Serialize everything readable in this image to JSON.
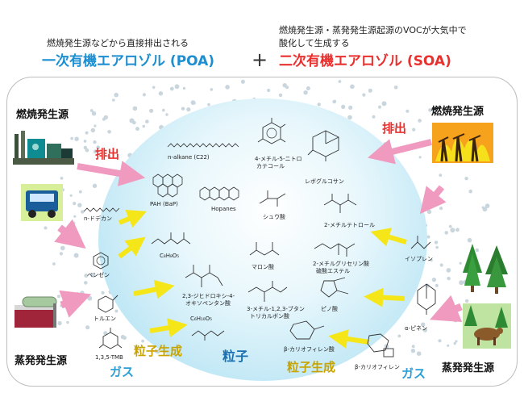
{
  "header": {
    "poa_note": "燃焼発生源などから直接排出される",
    "poa_title": "一次有機エアロゾル (POA)",
    "plus": "+",
    "soa_note_1": "燃焼発生源・蒸発発生源起源のVOCが大気中で",
    "soa_note_2": "酸化して生成する",
    "soa_title": "二次有機エアロゾル (SOA)"
  },
  "sources": {
    "combustion_left": "燃焼発生源",
    "combustion_right": "燃焼発生源",
    "evaporation_left": "蒸発発生源",
    "evaporation_right": "蒸発発生源"
  },
  "labels": {
    "emission_left": "排出",
    "emission_right": "排出",
    "particle_formation_left": "粒子生成",
    "particle_formation_right": "粒子生成",
    "gas_left": "ガス",
    "gas_right": "ガス",
    "particle": "粒子"
  },
  "particle_compounds": {
    "n_alkane": "n-alkane (C22)",
    "methyl_nitrocatechol_1": "4-メチル-5-ニトロ",
    "methyl_nitrocatechol_2": "カテコール",
    "levoglucosan": "レボグルコサン",
    "pah": "PAH (BaP)",
    "hopanes": "Hopanes",
    "oxalic_acid": "シュウ酸",
    "methyltetrol": "2-メチルテトロール",
    "c8h8o5": "C₈H₈O₅",
    "malonic_acid": "マロン酸",
    "mga_1": "2-メチルグリセリン酸",
    "mga_2": "硫酸エステル",
    "dhop_1": "2,3-ジヒドロキシ-4-",
    "dhop_2": "オキソペンタン酸",
    "mbtca_1": "3-メチル-1,2,3-ブタン",
    "mbtca_2": "トリカルボン酸",
    "pinic_acid": "ピノ酸",
    "c6h10o5": "C₆H₁₀O₅",
    "caryophyllinic": "β-カリオフィレン酸"
  },
  "gas_compounds": {
    "dodecane": "n-ドデカン",
    "benzene": "ベンゼン",
    "toluene": "トルエン",
    "tmb": "1,3,5-TMB",
    "isoprene": "イソプレン",
    "pinene": "α-ピネン",
    "caryophyllene": "β-カリオフィレン"
  },
  "colors": {
    "poa": "#1d8fd1",
    "soa": "#e8312f",
    "emission_arrow": "#f09ac0",
    "formation_arrow": "#f5e61a",
    "gas_text": "#2a9fd6",
    "formation_text": "#c9a400"
  }
}
